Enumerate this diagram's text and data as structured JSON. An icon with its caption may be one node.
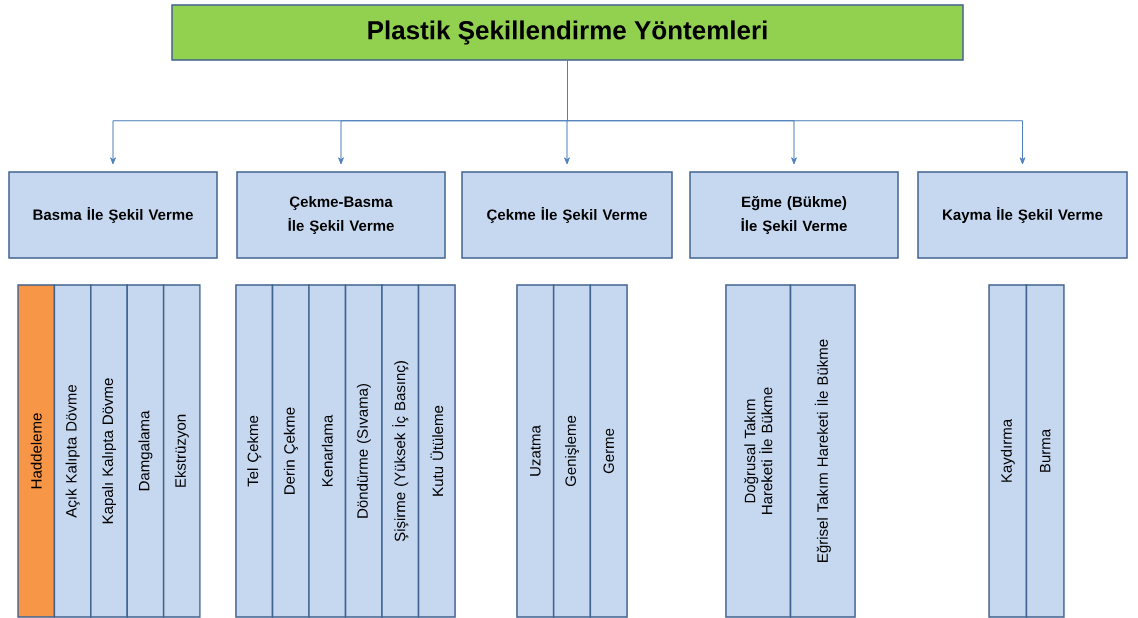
{
  "diagram": {
    "nodes": [
      {
        "text": [
          "Plastik Şekillendirme Yöntemleri"
        ]
      },
      {
        "text": [
          "Basma İle Şekil Verme"
        ]
      },
      {
        "text": [
          "Çekme-Basma İle Şekil Verme"
        ]
      },
      {
        "text": [
          "Çekme İle Şekil Verme"
        ]
      },
      {
        "text": [
          "Eğme (Bükme) İle Şekil Verme"
        ]
      },
      {
        "text": [
          "Kayma İle Şekil Verme"
        ]
      },
      {
        "text": [
          "Haddeleme"
        ]
      },
      {
        "text": [
          "Açık Kalıpta Dövme"
        ]
      },
      {
        "text": [
          "Kapalı Kalıpta Dövme"
        ]
      },
      {
        "text": [
          "Damgalama"
        ]
      },
      {
        "text": [
          "Ekstrüzyon"
        ]
      },
      {
        "text": [
          "Tel Çekme"
        ]
      },
      {
        "text": [
          "Derin Çekme"
        ]
      },
      {
        "text": [
          "Kenarlama"
        ]
      },
      {
        "text": [
          "Döndürme (Sıvama)"
        ]
      },
      {
        "text": [
          "Şişirme (Yüksek İç Basınç)"
        ]
      },
      {
        "text": [
          "Kutu Ütüleme"
        ]
      },
      {
        "text": [
          "Uzatma"
        ]
      },
      {
        "text": [
          "Genişleme"
        ]
      },
      {
        "text": [
          "Germe"
        ]
      },
      {
        "text": [
          "Doğrusal Takım Hareketi İle Bükme"
        ]
      },
      {
        "text": [
          "Eğrisel Takım Hareketi İle Bükme"
        ]
      },
      {
        "text": [
          "Kaydırma"
        ]
      },
      {
        "text": [
          "Burma"
        ]
      }
    ],
    "edges": [
      {
        "from": 0,
        "to": 1,
        "arrow": "to"
      },
      {
        "from": 0,
        "to": 2,
        "arrow": "to"
      },
      {
        "from": 0,
        "to": 3,
        "arrow": "to"
      },
      {
        "from": 0,
        "to": 4,
        "arrow": "to"
      },
      {
        "from": 0,
        "to": 5,
        "arrow": "to"
      }
    ]
  }
}
